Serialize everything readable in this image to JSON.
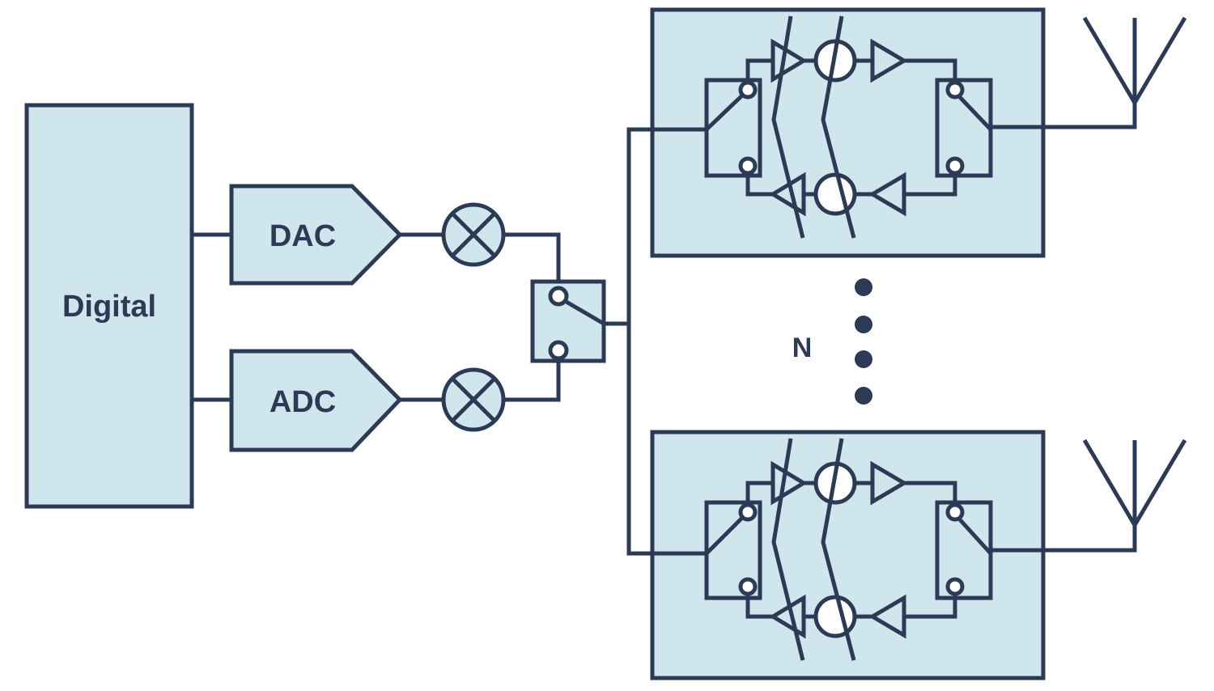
{
  "colors": {
    "stroke": "#2b3a55",
    "fill": "#cfe6ec",
    "background": "#ffffff"
  },
  "labels": {
    "digital": "Digital",
    "dac": "DAC",
    "adc": "ADC",
    "n": "N"
  },
  "icons": {
    "mixer": "mixer-icon",
    "switch": "switch-icon",
    "antenna": "antenna-icon",
    "amplifier": "amplifier-icon",
    "phase_shifter": "phase-shifter-icon",
    "ellipsis": "vertical-ellipsis-icon"
  },
  "frontend_count_symbol": "N"
}
